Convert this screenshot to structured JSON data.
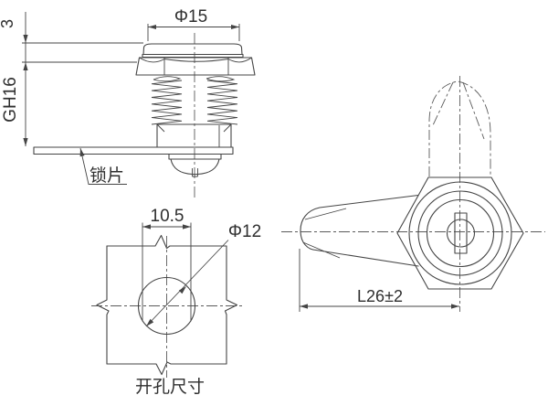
{
  "drawing": {
    "background": "#ffffff",
    "stroke_color": "#454545",
    "centerline_color": "#5a5a5a",
    "text_color": "#2f2f2f",
    "views": {
      "side_section_view": {
        "dims": {
          "head_diameter": "Φ15",
          "head_height": "3",
          "grip_height": "GH16"
        },
        "callout_lock_plate": "锁片"
      },
      "panel_cutout_view": {
        "dims": {
          "flat_width": "10.5",
          "hole_diameter": "Φ12"
        },
        "caption": "开孔尺寸"
      },
      "front_view": {
        "dims": {
          "cam_length": "L26±2"
        }
      }
    }
  }
}
